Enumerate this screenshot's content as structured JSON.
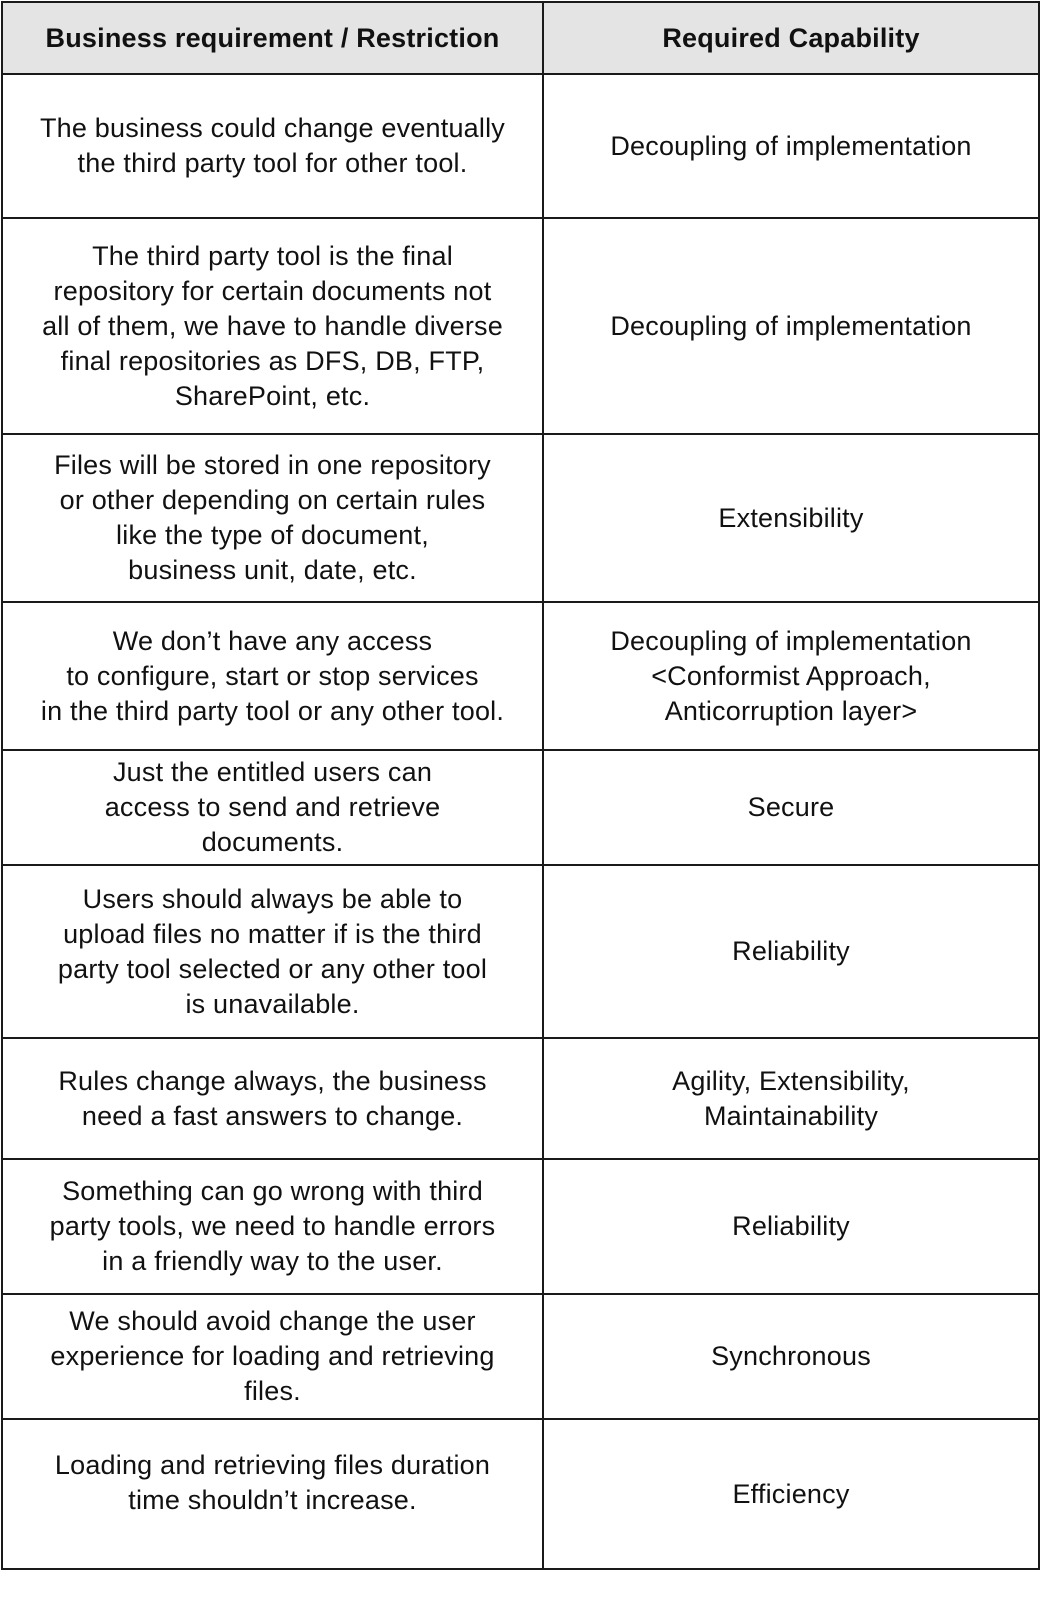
{
  "table": {
    "headers": [
      "Business requirement / Restriction",
      "Required Capability"
    ],
    "rows": [
      {
        "requirement": "The business could change eventually\nthe third party tool for other tool.",
        "capability": "Decoupling of implementation"
      },
      {
        "requirement": "The third party tool is the final\nrepository for certain documents not\nall of them, we have to handle diverse\nfinal repositories as DFS, DB, FTP,\nSharePoint, etc.",
        "capability": "Decoupling of implementation"
      },
      {
        "requirement": "Files will be stored in one repository\nor other depending on certain rules\nlike the type of document,\nbusiness unit, date, etc.",
        "capability": "Extensibility"
      },
      {
        "requirement": "We don’t have any access\nto configure, start or stop services\nin the third party tool or any other tool.",
        "capability": "Decoupling of implementation\n<Conformist Approach,\nAnticorruption layer>"
      },
      {
        "requirement": "Just the entitled users can\naccess to send and retrieve\ndocuments.",
        "capability": "Secure"
      },
      {
        "requirement": "Users should always be able to\nupload files no matter if is the third\nparty tool selected or any other tool\nis unavailable.",
        "capability": "Reliability"
      },
      {
        "requirement": "Rules change always, the business\nneed a fast answers to change.",
        "capability": "Agility, Extensibility,\nMaintainability"
      },
      {
        "requirement": "Something can go wrong with third\nparty tools, we need to handle errors\nin a friendly way to the user.",
        "capability": "Reliability"
      },
      {
        "requirement": "We should avoid change the user\nexperience for loading and retrieving\nfiles.",
        "capability": "Synchronous"
      },
      {
        "requirement": "Loading and retrieving files duration\ntime shouldn’t increase.",
        "capability": "Efficiency"
      }
    ]
  }
}
